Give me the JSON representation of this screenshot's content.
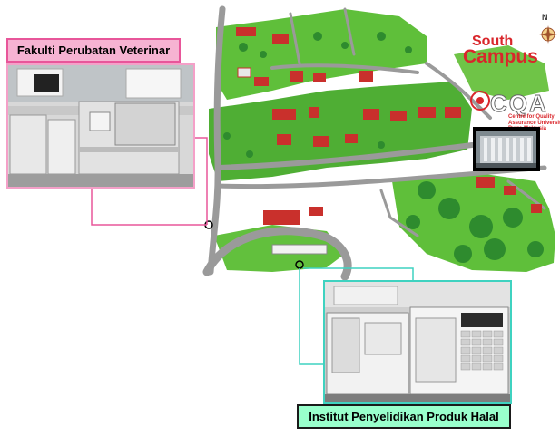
{
  "labels": {
    "vet_faculty": "Fakulti Perubatan Veterinar",
    "halal_institute": "Institut Penyelidikan Produk Halal"
  },
  "branding": {
    "south": "South",
    "campus": "Campus",
    "cqa": "CQA",
    "cqa_full": "Centre for Quality Assurance Universiti Putra Malaysia"
  },
  "compass": {
    "north": "N"
  },
  "colors": {
    "vet_label_bg": "#f6b3d2",
    "vet_connector": "#e8569a",
    "halal_label_bg": "#99ffcc",
    "halal_connector": "#3fd2c0",
    "road": "#9a9a9a",
    "grass": "#5fbf3a",
    "brand": "#d9262b"
  },
  "icons": [
    "compass-rose-icon",
    "campus-map-illustration",
    "lab-photo",
    "cqa-building-photo",
    "cqa-logo-icon"
  ]
}
